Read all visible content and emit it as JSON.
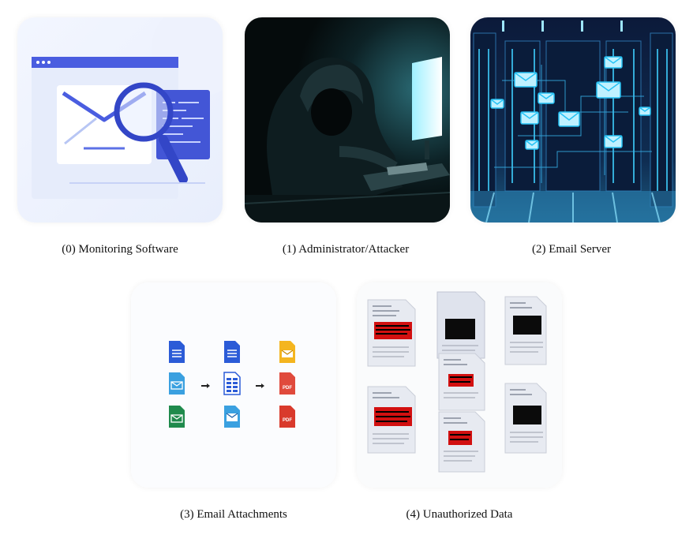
{
  "items": [
    {
      "caption": "(0) Monitoring Software",
      "icon": "monitoring-magnifier-envelope-icon"
    },
    {
      "caption": "(1) Administrator/Attacker",
      "icon": "hooded-attacker-image"
    },
    {
      "caption": "(2) Email Server",
      "icon": "server-room-envelopes-image"
    },
    {
      "caption": "(3) Email Attachments",
      "icon": "attachment-file-icons"
    },
    {
      "caption": "(4) Unauthorized Data",
      "icon": "redacted-documents-image"
    }
  ],
  "colors": {
    "monitor_blue": "#3b4fd8",
    "server_cyan": "#27c3f5",
    "redaction_red": "#d21010"
  },
  "file_icons": {
    "pdf_label": "PDF"
  }
}
